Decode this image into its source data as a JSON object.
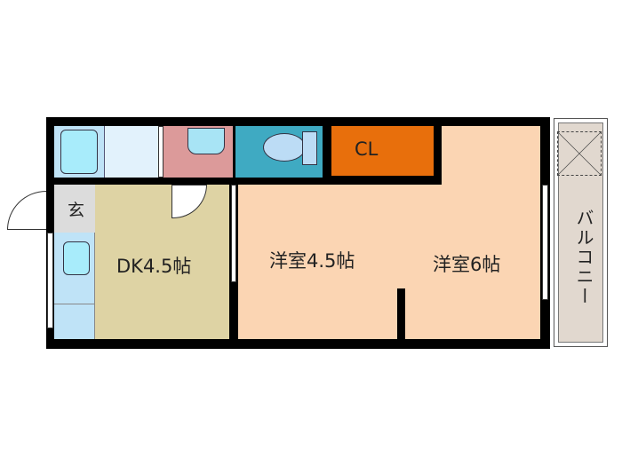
{
  "title": "Floor plan",
  "rooms": {
    "entrance": "玄",
    "dk": "DK4.5帖",
    "western1": "洋室4.5帖",
    "western2": "洋室6帖",
    "closet": "CL",
    "balcony": "バルコニー"
  },
  "colors": {
    "wall": "#000000",
    "dk": "#ded3a4",
    "western": "#fbd5b3",
    "closet": "#e86f0c",
    "toilet": "#3faac2",
    "washroom": "#dc9a9a",
    "bath": "#bfe3f7",
    "entrance": "#dcdcdc",
    "balcony": "#e1d8cf"
  }
}
